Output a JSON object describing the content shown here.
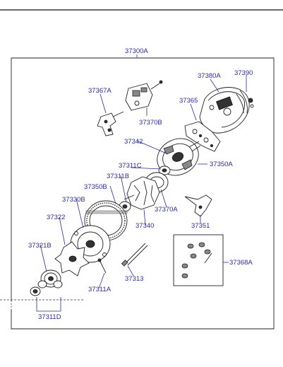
{
  "diagram": {
    "labels": {
      "assembly": "37300A",
      "p37380A": "37380A",
      "p37390": "37390",
      "p37367A": "37367A",
      "p37365": "37365",
      "p37370B": "37370B",
      "p37342": "37342",
      "p37311C": "37311C",
      "p37350A": "37350A",
      "p37311B": "37311B",
      "p37350B": "37350B",
      "p37330B": "37330B",
      "p37370A": "37370A",
      "p37351": "37351",
      "p37322": "37322",
      "p37340": "37340",
      "p37321B": "37321B",
      "p37368A": "37368A",
      "p37313": "37313",
      "p37311A": "37311A",
      "p37311D": "37311D"
    }
  }
}
